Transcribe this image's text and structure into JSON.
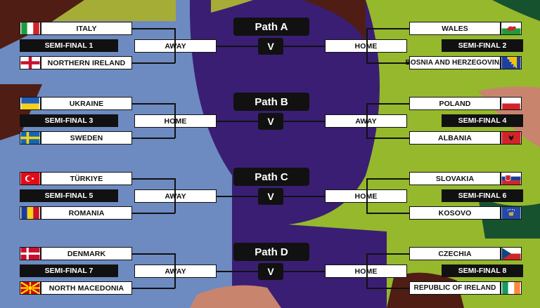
{
  "colors": {
    "purple": "#3a1e73",
    "blue": "#6d8bc1",
    "green": "#95b82d",
    "brown": "#4f1d14",
    "olive": "#a6ad36",
    "dark_green": "#17522f",
    "pink": "#c9846e"
  },
  "paths": [
    {
      "title": "Path A",
      "vs": "V",
      "left": {
        "team1": "ITALY",
        "team1_flag": "italy-flag",
        "semi": "SEMI-FINAL 1",
        "team2": "NORTHERN IRELAND",
        "team2_flag": "northern-ireland-flag",
        "venue": "AWAY"
      },
      "right": {
        "team1": "WALES",
        "team1_flag": "wales-flag",
        "semi": "SEMI-FINAL 2",
        "team2": "BOSNIA AND HERZEGOVINA",
        "team2_flag": "bosnia-flag",
        "venue": "HOME"
      }
    },
    {
      "title": "Path B",
      "vs": "V",
      "left": {
        "team1": "UKRAINE",
        "team1_flag": "ukraine-flag",
        "semi": "SEMI-FINAL 3",
        "team2": "SWEDEN",
        "team2_flag": "sweden-flag",
        "venue": "HOME"
      },
      "right": {
        "team1": "POLAND",
        "team1_flag": "poland-flag",
        "semi": "SEMI-FINAL 4",
        "team2": "ALBANIA",
        "team2_flag": "albania-flag",
        "venue": "AWAY"
      }
    },
    {
      "title": "Path C",
      "vs": "V",
      "left": {
        "team1": "TÜRKIYE",
        "team1_flag": "turkiye-flag",
        "semi": "SEMI-FINAL 5",
        "team2": "ROMANIA",
        "team2_flag": "romania-flag",
        "venue": "AWAY"
      },
      "right": {
        "team1": "SLOVAKIA",
        "team1_flag": "slovakia-flag",
        "semi": "SEMI-FINAL 6",
        "team2": "KOSOVO",
        "team2_flag": "kosovo-flag",
        "venue": "HOME"
      }
    },
    {
      "title": "Path D",
      "vs": "V",
      "left": {
        "team1": "DENMARK",
        "team1_flag": "denmark-flag",
        "semi": "SEMI-FINAL 7",
        "team2": "NORTH MACEDONIA",
        "team2_flag": "north-macedonia-flag",
        "venue": "AWAY"
      },
      "right": {
        "team1": "CZECHIA",
        "team1_flag": "czechia-flag",
        "semi": "SEMI-FINAL 8",
        "team2": "REPUBLIC OF IRELAND",
        "team2_flag": "ireland-flag",
        "venue": "HOME"
      }
    }
  ]
}
